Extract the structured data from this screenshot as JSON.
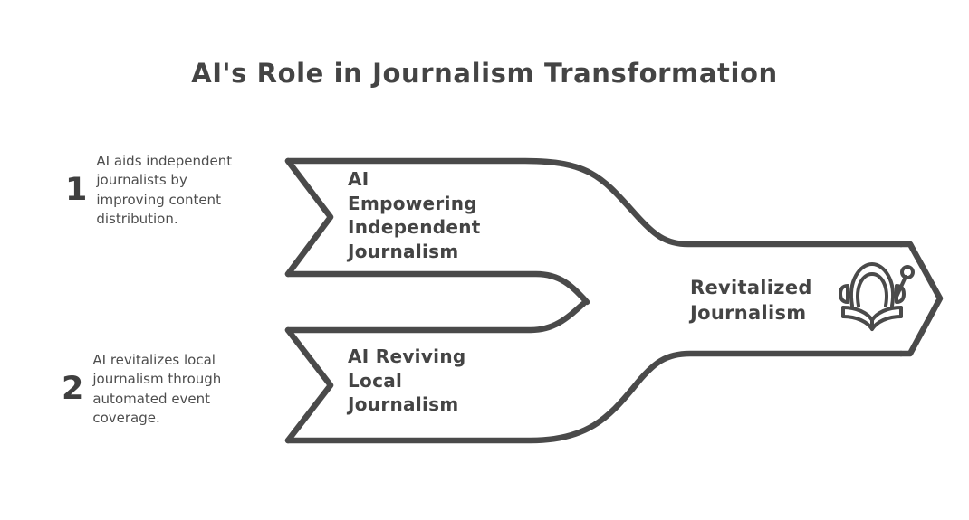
{
  "page": {
    "title": "AI's Role in Journalism Transformation",
    "background_color": "#ffffff",
    "stroke_color": "#4a4a4a",
    "text_color": "#444444"
  },
  "steps": [
    {
      "number": "1",
      "description": "AI aids independent journalists by improving content distribution."
    },
    {
      "number": "2",
      "description": "AI revitalizes local journalism through automated event coverage."
    }
  ],
  "flow": {
    "stages": [
      {
        "label": "AI\nEmpowering\nIndependent\nJournalism"
      },
      {
        "label": "AI Reviving\nLocal\nJournalism"
      }
    ],
    "outcome": {
      "label": "Revitalized\nJournalism",
      "icon": "open-book-with-headphones-icon"
    }
  }
}
